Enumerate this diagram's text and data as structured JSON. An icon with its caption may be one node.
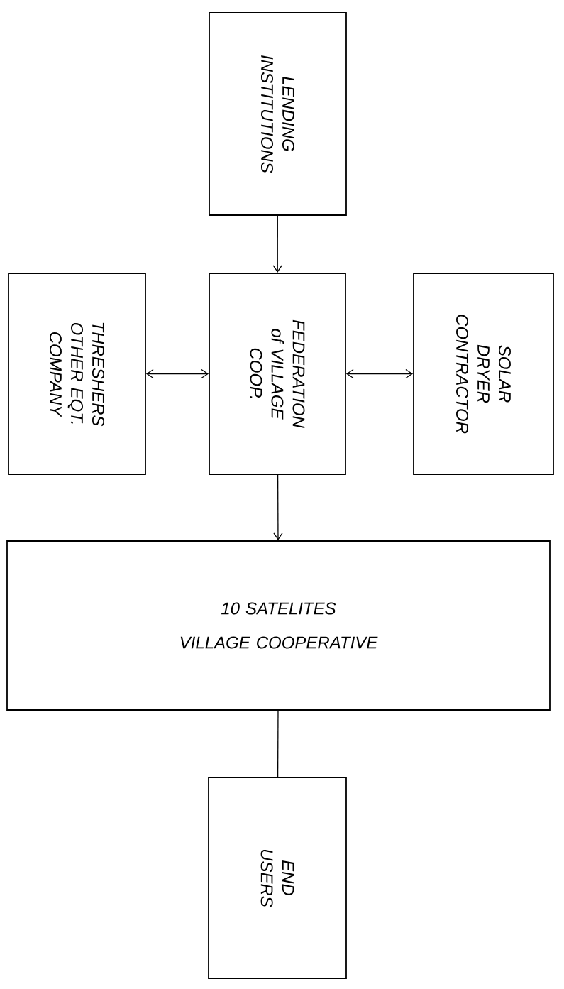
{
  "diagram": {
    "nodes": [
      {
        "text": [
          "LENDING INSTITUTIONS"
        ]
      },
      {
        "text": [
          "FEDERATION of VILLAGE COOP."
        ]
      },
      {
        "text": [
          "THRESHERS OTHER EQT. COMPANY"
        ]
      },
      {
        "text": [
          "SOLAR DRYER CONTRACTOR"
        ]
      },
      {
        "text": [
          "10 SATELITES",
          "VILLAGE COOPERATIVE"
        ]
      },
      {
        "text": [
          "END USERS"
        ]
      }
    ],
    "edges": [
      {
        "from": 0,
        "to": 1,
        "arrow": "to"
      },
      {
        "from": 2,
        "to": 1,
        "arrow": "both"
      },
      {
        "from": 1,
        "to": 3,
        "arrow": "both"
      },
      {
        "from": 1,
        "to": 4,
        "arrow": "to"
      },
      {
        "from": 4,
        "to": 5,
        "arrow": "none"
      }
    ]
  }
}
